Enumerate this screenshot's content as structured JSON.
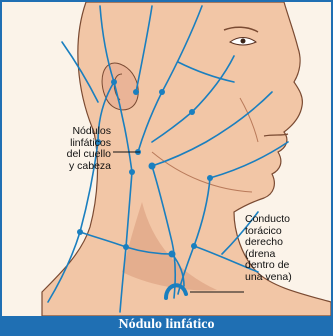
{
  "figure": {
    "labels": {
      "nodes_label": "Nódulos\nlinfáticos\ndel cuello\ny cabeza",
      "duct_label": "Conducto\ntorácico\nderecho\n(drena\ndentro de\nuna vena)"
    },
    "caption": "Nódulo linfático",
    "colors": {
      "skin": "#f2c6a6",
      "skin_shadow": "#d99a7a",
      "skin_outline": "#7a4a32",
      "lymph_vessel": "#1a7fbf",
      "lymph_node": "#1a7fbf",
      "caption_bg": "#1f6fb3",
      "frame_bg": "#fbf3e9"
    }
  }
}
